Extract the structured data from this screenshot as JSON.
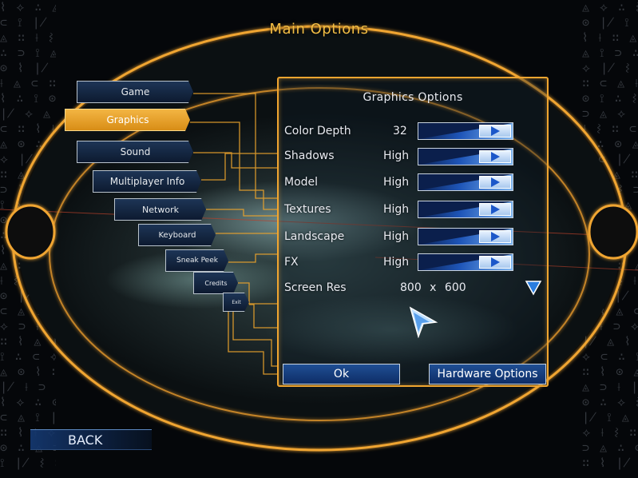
{
  "header": {
    "title": "Main Options"
  },
  "menu": {
    "items": [
      {
        "label": "Game"
      },
      {
        "label": "Graphics"
      },
      {
        "label": "Sound"
      },
      {
        "label": "Multiplayer Info"
      },
      {
        "label": "Network"
      },
      {
        "label": "Keyboard"
      },
      {
        "label": "Sneak Peek"
      },
      {
        "label": "Credits"
      },
      {
        "label": "Exit"
      }
    ],
    "active": "Graphics"
  },
  "panel": {
    "title": "Graphics Options",
    "options": [
      {
        "label": "Color Depth",
        "value": "32",
        "level": 1.0
      },
      {
        "label": "Shadows",
        "value": "High",
        "level": 1.0
      },
      {
        "label": "Model",
        "value": "High",
        "level": 1.0
      },
      {
        "label": "Textures",
        "value": "High",
        "level": 1.0
      },
      {
        "label": "Landscape",
        "value": "High",
        "level": 1.0
      },
      {
        "label": "FX",
        "value": "High",
        "level": 1.0
      }
    ],
    "screen_res": {
      "label": "Screen Res",
      "value": "800 x 600"
    },
    "ok_label": "Ok",
    "hardware_label": "Hardware Options"
  },
  "back_label": "BACK",
  "colors": {
    "accent": "#f0a530",
    "title": "#f3bd44",
    "button_blue": "#1f4f95",
    "active_tab": "#e9a22c"
  }
}
